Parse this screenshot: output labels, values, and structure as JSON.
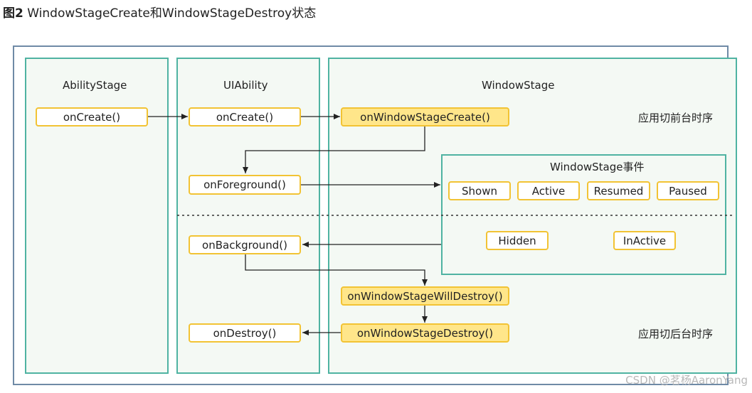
{
  "caption": {
    "prefix": "图2",
    "text": " WindowStageCreate和WindowStageDestroy状态"
  },
  "lanes": {
    "ability_stage": {
      "title": "AbilityStage",
      "on_create": "onCreate()"
    },
    "ui_ability": {
      "title": "UIAbility",
      "on_create": "onCreate()",
      "on_foreground": "onForeground()",
      "on_background": "onBackground()",
      "on_destroy": "onDestroy()"
    },
    "window_stage": {
      "title": "WindowStage",
      "on_create": "onWindowStageCreate()",
      "on_will_destroy": "onWindowStageWillDestroy()",
      "on_destroy": "onWindowStageDestroy()"
    }
  },
  "events": {
    "title": "WindowStage事件",
    "shown": "Shown",
    "active": "Active",
    "resumed": "Resumed",
    "paused": "Paused",
    "hidden": "Hidden",
    "inactive": "InActive"
  },
  "sequence_labels": {
    "foreground": "应用切前台时序",
    "background": "应用切后台时序"
  },
  "watermark": "CSDN @茗杨AaronYang",
  "colors": {
    "lane_border": "#4fb3a2",
    "box_border": "#f2c334",
    "box_highlight": "#ffe68a",
    "arrow": "#222222"
  }
}
